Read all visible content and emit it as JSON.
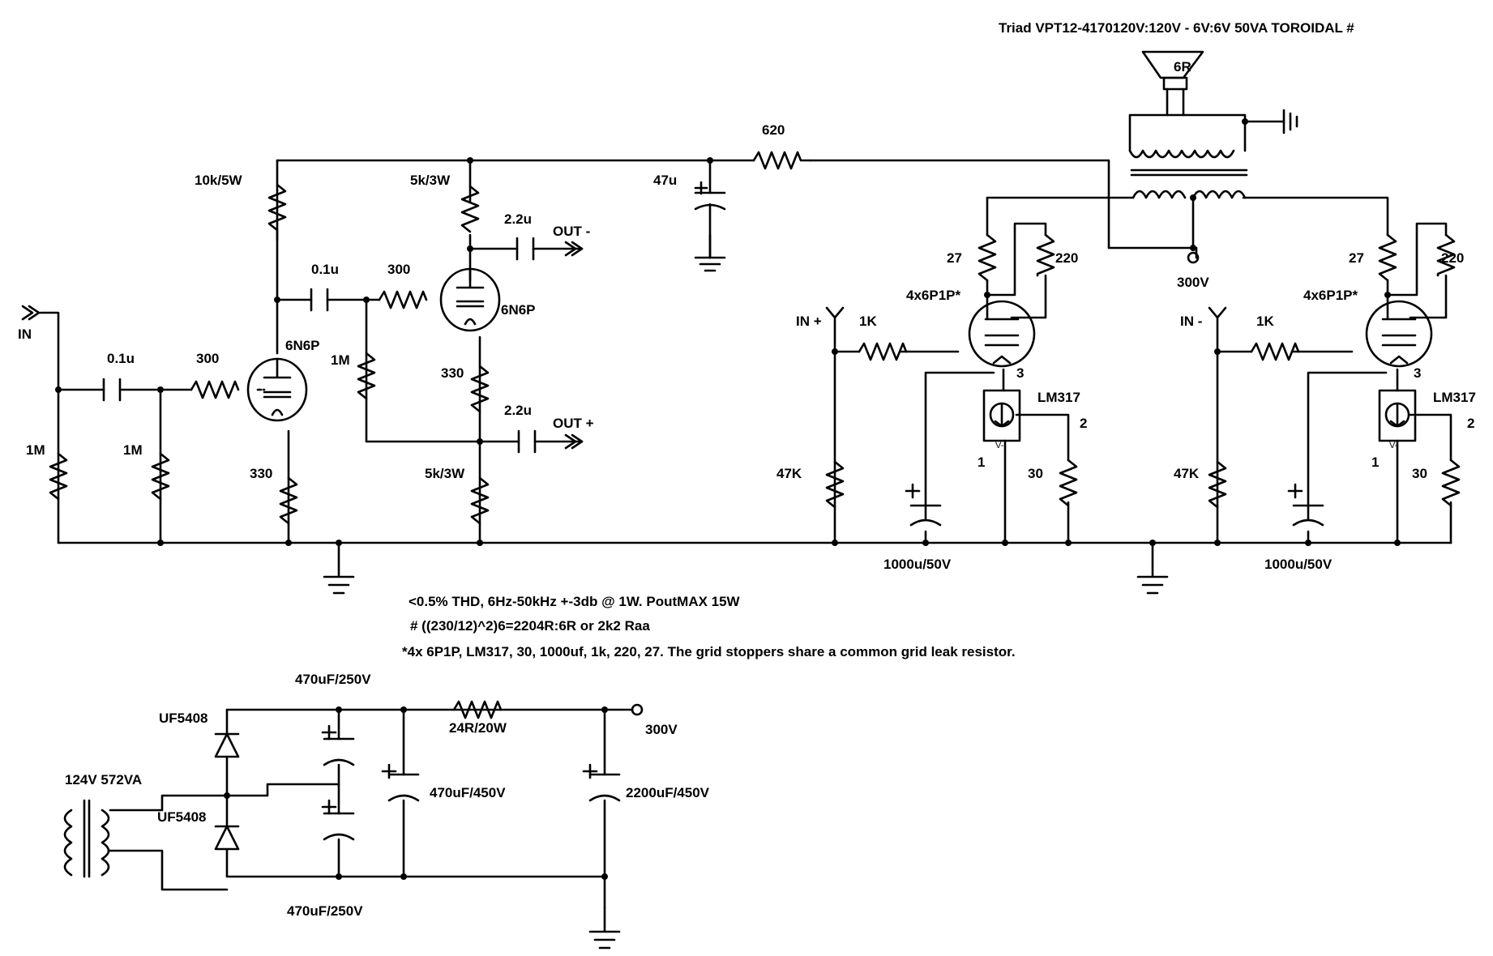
{
  "title": "Triad VPT12-4170120V:120V - 6V:6V 50VA TOROIDAL #",
  "preamp": {
    "input": "IN",
    "c_in": "0.1u",
    "r_in_leak": "1M",
    "r_grid_leak": "1M",
    "r_grid1": "300",
    "tube1": "6N6P",
    "r_plate1": "10k/5W",
    "r_cath1": "330",
    "c_coupling": "0.1u",
    "r_grid2": "300",
    "r_grid2_leak": "1M",
    "tube2": "6N6P",
    "r_plate2": "5k/3W",
    "r_cath2": "330",
    "r_cath2_load": "5k/3W",
    "c_out_minus": "2.2u",
    "out_minus": "OUT -",
    "c_out_plus": "2.2u",
    "out_plus": "OUT +",
    "r_supply": "620",
    "c_supply": "47u"
  },
  "output_stage": {
    "speaker": "6R",
    "b_plus": "300V",
    "left": {
      "input": "IN +",
      "r_grid": "1K",
      "r_leak": "47K",
      "tube": "4x6P1P*",
      "r_screen": "27",
      "r_g2": "220",
      "reg": "LM317",
      "pin1": "1",
      "pin2": "2",
      "pin3": "3",
      "vminus": "V-",
      "r_set": "30",
      "cap": "1000u/50V"
    },
    "right": {
      "input": "IN -",
      "r_grid": "1K",
      "r_leak": "47K",
      "tube": "4x6P1P*",
      "r_screen": "27",
      "r_g2": "220",
      "reg": "LM317",
      "pin1": "1",
      "pin2": "2",
      "pin3": "3",
      "vminus": "V-",
      "r_set": "30",
      "cap": "1000u/50V"
    }
  },
  "notes": [
    "<0.5% THD, 6Hz-50kHz +-3db @ 1W. PoutMAX 15W",
    "# ((230/12)^2)6=2204R:6R or 2k2 Raa",
    "*4x 6P1P, LM317, 30, 1000uf, 1k, 220, 27. The grid stoppers share a common grid leak resistor."
  ],
  "psu": {
    "transformer": "124V 572VA",
    "d_top": "UF5408",
    "d_bot": "UF5408",
    "c_top": "470uF/250V",
    "c_bot": "470uF/250V",
    "c_mid": "470uF/450V",
    "r_drop": "24R/20W",
    "c_out": "2200uF/450V",
    "out_v": "300V"
  }
}
